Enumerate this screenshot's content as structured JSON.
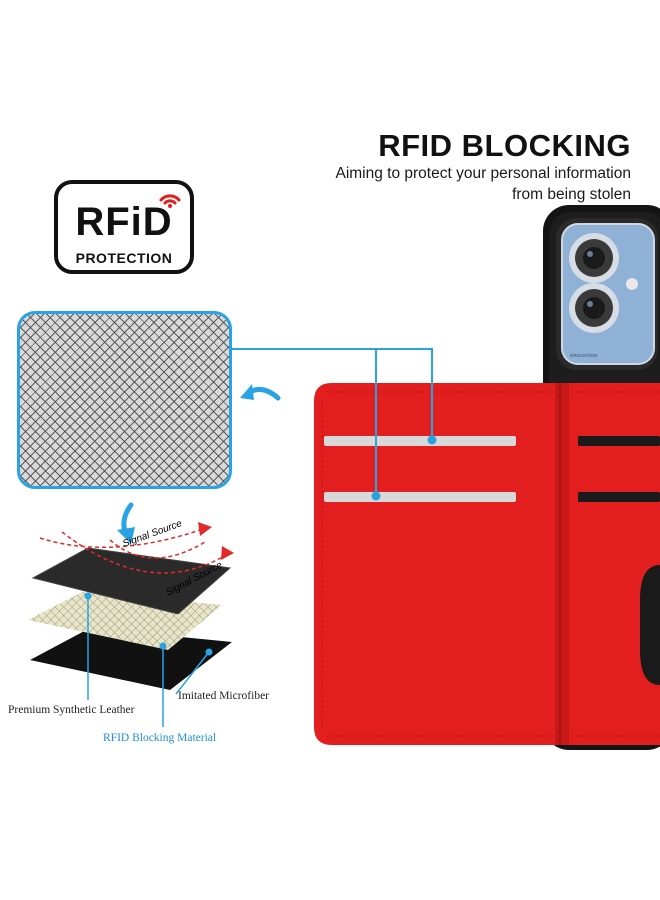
{
  "headline": "RFID BLOCKING",
  "subline": [
    "Aiming to protect your personal information",
    "from being stolen"
  ],
  "badge": {
    "title": "RFiD",
    "subtitle": "PROTECTION",
    "icon": "wifi-signal-icon"
  },
  "layers": {
    "signal_1": "Signal Source",
    "signal_2": "Signal Source",
    "top_label": "Premium Synthetic Leather",
    "middle_label": "RFID Blocking Material",
    "bottom_label": "Imitated Microfiber"
  },
  "phone": {
    "lens_text": "INNOVATION"
  },
  "colors": {
    "accent_blue": "#29a3e3",
    "wallet_red": "#e31e1e",
    "signal_red": "#dd3333",
    "text_dark": "#111111"
  }
}
